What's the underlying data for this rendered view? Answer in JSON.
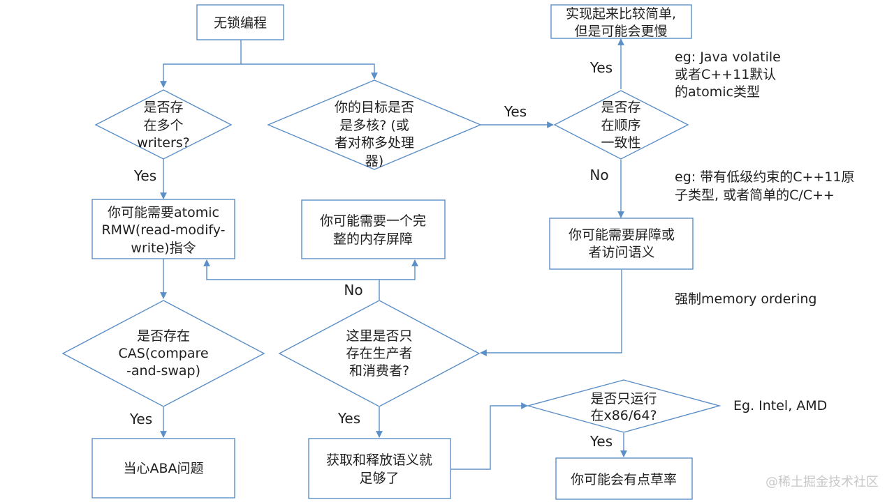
{
  "nodes": {
    "root": [
      "无锁编程"
    ],
    "multi_writers": [
      "是否存",
      "在多个",
      "writers?"
    ],
    "multicore": [
      "你的目标是否",
      "是多核? (或",
      "者对称多处理",
      "器)"
    ],
    "seq_consistency": [
      "是否存",
      "在顺序",
      "一致性"
    ],
    "simple_slow": [
      "实现起来比较简单,",
      "但是可能会更慢"
    ],
    "atomic_rmw": [
      "你可能需要atomic",
      "RMW(read-modify-",
      "write)指令"
    ],
    "full_barrier": [
      "你可能需要一个完",
      "整的内存屏障"
    ],
    "barrier_or_access": [
      "你可能需要屏障或",
      "者访问语义"
    ],
    "cas": [
      "是否存在",
      "CAS(compare",
      "-and-swap)"
    ],
    "producer_consumer": [
      "这里是否只",
      "存在生产者",
      "和消费者?"
    ],
    "aba": [
      "当心ABA问题"
    ],
    "acquire_release": [
      "获取和释放语义就",
      "足够了"
    ],
    "x86": [
      "是否只运行",
      "在x86/64?"
    ],
    "maybe_overkill": [
      "你可能会有点草率"
    ]
  },
  "edge_labels": {
    "yes_multicore": "Yes",
    "yes_seq": "Yes",
    "no_seq": "No",
    "yes_writers": "Yes",
    "no_pc": "No",
    "yes_cas": "Yes",
    "yes_pc": "Yes",
    "yes_x86": "Yes"
  },
  "notes": {
    "java": [
      "eg: Java volatile",
      "或者C++11默认",
      "的atomic类型"
    ],
    "cpp": [
      "eg: 带有低级约束的C++11原",
      "子类型, 或者简单的C/C++"
    ],
    "ordering": [
      "强制memory ordering"
    ],
    "intel": [
      "Eg. Intel, AMD"
    ]
  },
  "watermark": "@稀土掘金技术社区",
  "colors": {
    "line": "#5b8fc7",
    "box_border": "#5b8fc7",
    "text": "#1f1f1f",
    "background": "#ffffff"
  }
}
